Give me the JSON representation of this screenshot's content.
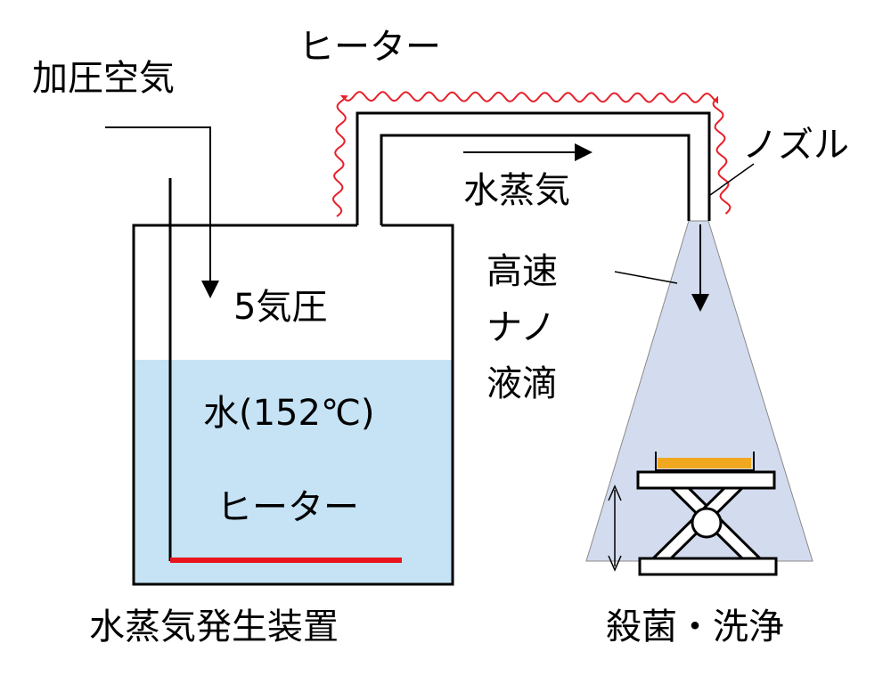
{
  "labels": {
    "pressurized_air": "加圧空気",
    "heater_top": "ヒーター",
    "nozzle": "ノズル",
    "steam": "水蒸気",
    "pressure": "5気圧",
    "water": "水(152℃)",
    "heater_bottom": "ヒーター",
    "high_speed": "高速",
    "nano": "ナノ",
    "droplet": "液滴",
    "generator": "水蒸気発生装置",
    "sterilize": "殺菌・洗浄"
  },
  "colors": {
    "water": "#c5e3f5",
    "spray": "#d3dbee",
    "heater_wave": "#e8202a",
    "heater_bar": "#e8141e",
    "sample": "#f0a820",
    "stroke": "#000000"
  }
}
